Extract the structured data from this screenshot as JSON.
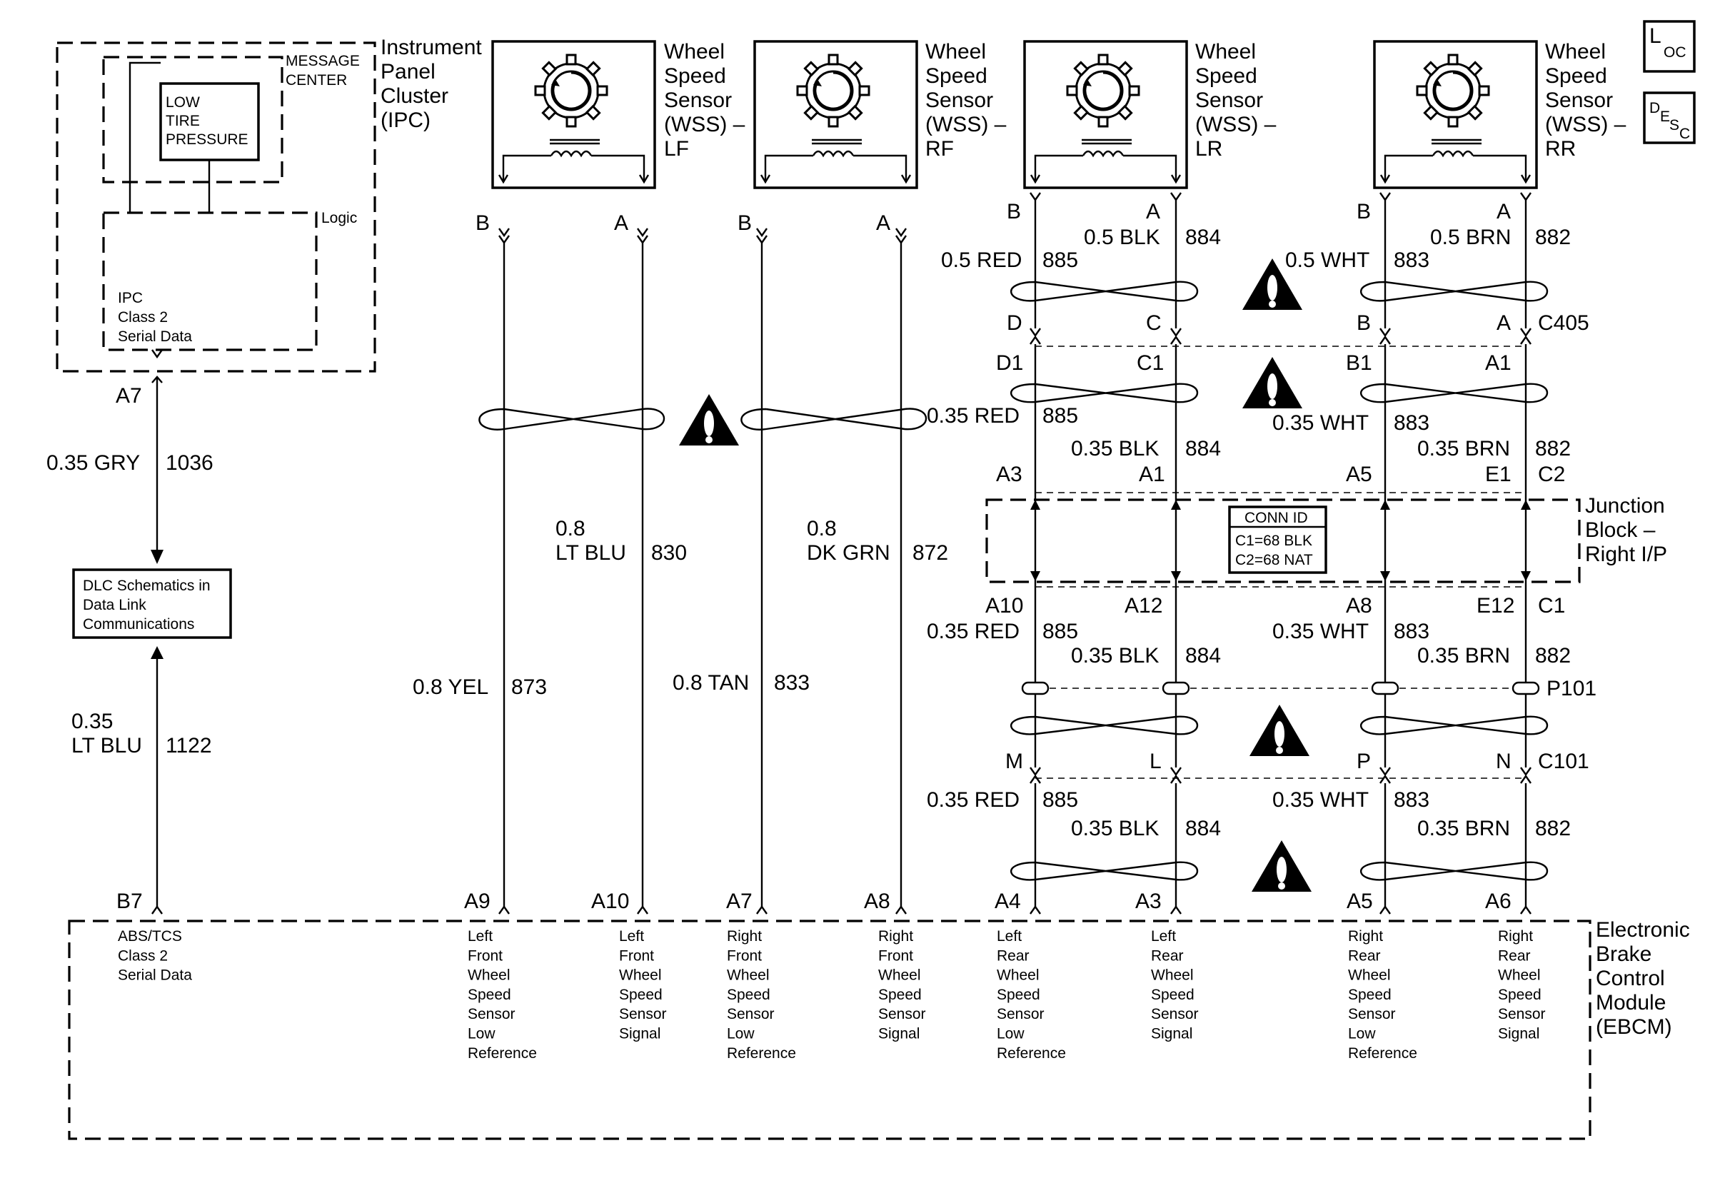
{
  "icons": {
    "loc": {
      "big": "L",
      "small": "OC"
    },
    "desc": {
      "big": "D",
      "sub1": "E",
      "sub2": "S",
      "sub3": "C"
    }
  },
  "ipc": {
    "title_lines": [
      "Instrument",
      "Panel",
      "Cluster",
      "(IPC)"
    ],
    "message_center_lines": [
      "MESSAGE",
      "CENTER"
    ],
    "low_tire_lines": [
      "LOW",
      "TIRE",
      "PRESSURE"
    ],
    "logic": "Logic",
    "serial_lines": [
      "IPC",
      "Class 2",
      "Serial Data"
    ],
    "pin": "A7",
    "wire_color": "0.35 GRY",
    "circuit": "1036"
  },
  "dlc": {
    "lines": [
      "DLC Schematics in",
      "Data Link",
      "Communications"
    ],
    "wire_color_lines": [
      "0.35",
      "LT BLU"
    ],
    "circuit": "1122"
  },
  "sensors": [
    {
      "lines": [
        "Wheel",
        "Speed",
        "Sensor",
        "(WSS) –",
        "LF"
      ]
    },
    {
      "lines": [
        "Wheel",
        "Speed",
        "Sensor",
        "(WSS) –",
        "RF"
      ]
    },
    {
      "lines": [
        "Wheel",
        "Speed",
        "Sensor",
        "(WSS) –",
        "LR"
      ]
    },
    {
      "lines": [
        "Wheel",
        "Speed",
        "Sensor",
        "(WSS) –",
        "RR"
      ]
    }
  ],
  "front": {
    "lf": {
      "pin_b": "B",
      "pin_a": "A",
      "low_color": "0.8 YEL",
      "low_circuit": "873",
      "sig_color_lines": [
        "0.8",
        "LT BLU"
      ],
      "sig_circuit": "830"
    },
    "rf": {
      "pin_b": "B",
      "pin_a": "A",
      "low_color": "0.8 TAN",
      "low_circuit": "833",
      "sig_color_lines": [
        "0.8",
        "DK GRN"
      ],
      "sig_circuit": "872"
    }
  },
  "rear": {
    "sensor_pins": [
      "B",
      "A",
      "B",
      "A"
    ],
    "wires_top": [
      {
        "color": "0.5 RED",
        "circuit": "885"
      },
      {
        "color": "0.5 BLK",
        "circuit": "884"
      },
      {
        "color": "0.5 WHT",
        "circuit": "883"
      },
      {
        "color": "0.5 BRN",
        "circuit": "882"
      }
    ],
    "c405_pins": [
      "D",
      "C",
      "B",
      "A"
    ],
    "c405_name": "C405",
    "c405_lower_pins": [
      "D1",
      "C1",
      "B1",
      "A1"
    ],
    "wires_mid": [
      {
        "color": "0.35 RED",
        "circuit": "885"
      },
      {
        "color": "0.35 BLK",
        "circuit": "884"
      },
      {
        "color": "0.35 WHT",
        "circuit": "883"
      },
      {
        "color": "0.35 BRN",
        "circuit": "882"
      }
    ],
    "jb_top_pins": [
      "A3",
      "A1",
      "A5",
      "E1"
    ],
    "jb_top_conn": "C2",
    "jb_name_lines": [
      "Junction",
      "Block –",
      "Right I/P"
    ],
    "conn_id": {
      "title": "CONN ID",
      "line1": "C1=68 BLK",
      "line2": "C2=68 NAT"
    },
    "jb_bottom_pins": [
      "A10",
      "A12",
      "A8",
      "E12"
    ],
    "jb_bottom_conn": "C1",
    "wires_low": [
      {
        "color": "0.35 RED",
        "circuit": "885"
      },
      {
        "color": "0.35 BLK",
        "circuit": "884"
      },
      {
        "color": "0.35 WHT",
        "circuit": "883"
      },
      {
        "color": "0.35 BRN",
        "circuit": "882"
      }
    ],
    "splice_name": "P101",
    "c101_pins": [
      "M",
      "L",
      "P",
      "N"
    ],
    "c101_name": "C101",
    "wires_bottom": [
      {
        "color": "0.35 RED",
        "circuit": "885"
      },
      {
        "color": "0.35 BLK",
        "circuit": "884"
      },
      {
        "color": "0.35 WHT",
        "circuit": "883"
      },
      {
        "color": "0.35 BRN",
        "circuit": "882"
      }
    ]
  },
  "ebcm": {
    "name_lines": [
      "Electronic",
      "Brake",
      "Control",
      "Module",
      "(EBCM)"
    ],
    "pins": [
      "B7",
      "A9",
      "A10",
      "A7",
      "A8",
      "A4",
      "A3",
      "A5",
      "A6"
    ],
    "descs": [
      [
        "ABS/TCS",
        "Class 2",
        "Serial Data"
      ],
      [
        "Left",
        "Front",
        "Wheel",
        "Speed",
        "Sensor",
        "Low",
        "Reference"
      ],
      [
        "Left",
        "Front",
        "Wheel",
        "Speed",
        "Sensor",
        "Signal"
      ],
      [
        "Right",
        "Front",
        "Wheel",
        "Speed",
        "Sensor",
        "Low",
        "Reference"
      ],
      [
        "Right",
        "Front",
        "Wheel",
        "Speed",
        "Sensor",
        "Signal"
      ],
      [
        "Left",
        "Rear",
        "Wheel",
        "Speed",
        "Sensor",
        "Low",
        "Reference"
      ],
      [
        "Left",
        "Rear",
        "Wheel",
        "Speed",
        "Sensor",
        "Signal"
      ],
      [
        "Right",
        "Rear",
        "Wheel",
        "Speed",
        "Sensor",
        "Low",
        "Reference"
      ],
      [
        "Right",
        "Rear",
        "Wheel",
        "Speed",
        "Sensor",
        "Signal"
      ]
    ]
  }
}
